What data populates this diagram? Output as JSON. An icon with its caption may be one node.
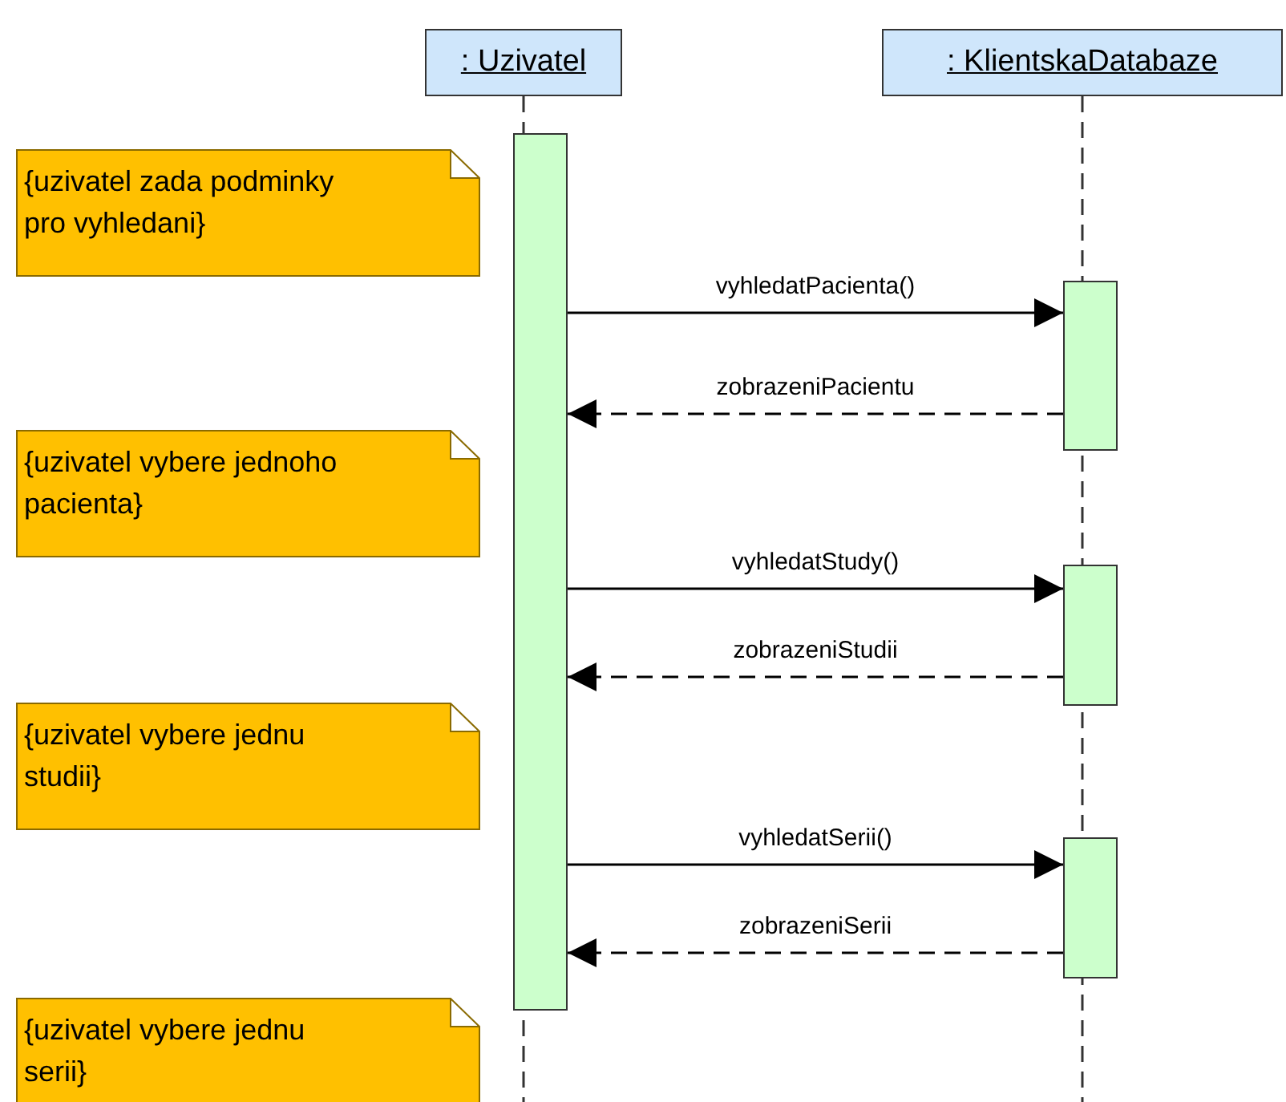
{
  "diagram": {
    "nodes": [
      {
        "text": [
          ": Uzivatel"
        ]
      },
      {
        "text": [
          ": KlientskaDatabaze"
        ]
      },
      {
        "text": [
          "{uzivatel zada podminky pro vyhledani}"
        ]
      },
      {
        "text": [],
        "shape": "bar"
      },
      {
        "text": [],
        "shape": "bar"
      },
      {
        "text": [
          "{uzivatel vybere jednoho pacienta}"
        ]
      },
      {
        "text": [],
        "shape": "bar"
      },
      {
        "text": [
          "{uzivatel vybere jednu studii}"
        ]
      },
      {
        "text": [],
        "shape": "bar"
      },
      {
        "text": [
          "{uzivatel vybere jednu serii}"
        ]
      }
    ],
    "edges": [
      {
        "from": 3,
        "to": 4,
        "arrow": "to",
        "label": "vyhledatPacienta()"
      },
      {
        "from": 4,
        "to": 3,
        "arrow": "to",
        "label": "zobrazeniPacientu",
        "style": "dashed"
      },
      {
        "from": 3,
        "to": 6,
        "arrow": "to",
        "label": "vyhledatStudy()"
      },
      {
        "from": 6,
        "to": 3,
        "arrow": "to",
        "label": "zobrazeniStudii",
        "style": "dashed"
      },
      {
        "from": 3,
        "to": 8,
        "arrow": "to",
        "label": "vyhledatSerii()"
      },
      {
        "from": 8,
        "to": 3,
        "arrow": "to",
        "label": "zobrazeniSerii",
        "style": "dashed"
      }
    ]
  }
}
